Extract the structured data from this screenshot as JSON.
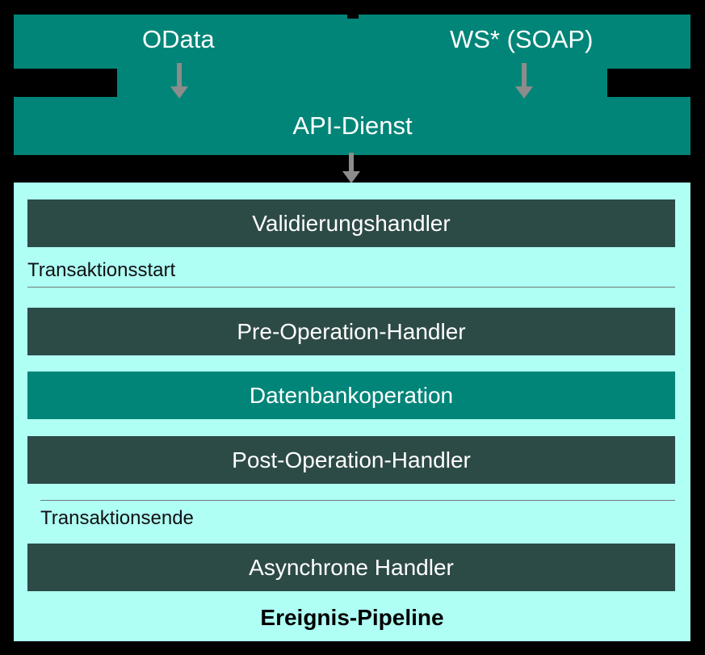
{
  "diagram": {
    "type": "flow-diagram",
    "language": "de",
    "colors": {
      "background": "#000000",
      "teal": "#008578",
      "dark_handler": "#2C4A46",
      "pipeline_background": "#AFFFF5",
      "arrow": "#8C8C8C",
      "rule": "#6E7B79",
      "text_light": "#FFFFFF",
      "text_dark": "#000000"
    },
    "api_layer": {
      "protocols": [
        {
          "label": "OData"
        },
        {
          "label": "WS* (SOAP)"
        }
      ],
      "service_label": "API-Dienst",
      "arrows": [
        {
          "name": "odata-to-api",
          "direction": "down"
        },
        {
          "name": "soap-to-api",
          "direction": "down"
        },
        {
          "name": "api-to-pipeline",
          "direction": "down"
        }
      ]
    },
    "pipeline": {
      "title": "Ereignis-Pipeline",
      "transaction_start_label": "Transaktionsstart",
      "transaction_end_label": "Transaktionsende",
      "stages": [
        {
          "id": "validation",
          "label": "Validierungshandler",
          "kind": "handler"
        },
        {
          "id": "pre-operation",
          "label": "Pre-Operation-Handler",
          "kind": "handler"
        },
        {
          "id": "database-operation",
          "label": "Datenbankoperation",
          "kind": "database"
        },
        {
          "id": "post-operation",
          "label": "Post-Operation-Handler",
          "kind": "handler"
        },
        {
          "id": "async",
          "label": "Asynchrone Handler",
          "kind": "handler"
        }
      ]
    }
  }
}
